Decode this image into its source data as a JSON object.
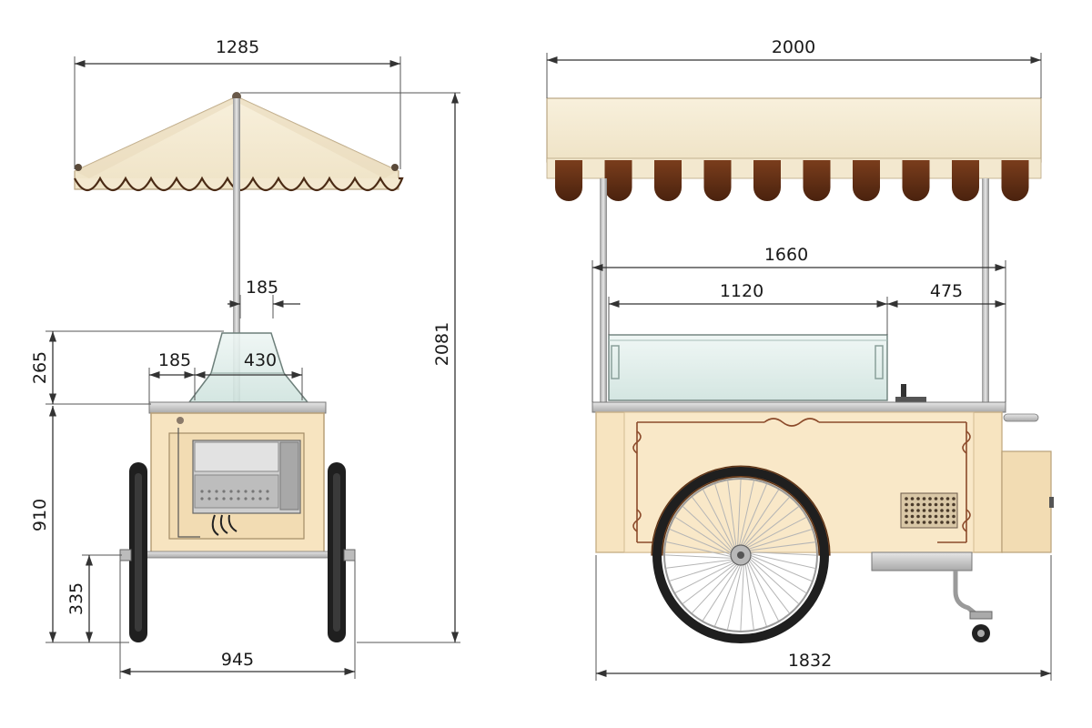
{
  "colors": {
    "canopy": "#f6ecd6",
    "canopy_shadow": "#e4d6b8",
    "scallop": "#6b3418",
    "cabinet": "#f7e4c0",
    "cabinet_edge": "#d8c196",
    "steel": "#c8c8c8",
    "wood_fender": "#9b5a2c",
    "ornament": "#8b4a2a",
    "tire": "#1f1f1f",
    "glass": "#dfeeea",
    "dim_line": "#333333"
  },
  "side_view": {
    "dimensions": {
      "umbrella_width": "1285",
      "total_height": "2081",
      "pole_offset": "185",
      "glass_height": "265",
      "left_offset": "185",
      "glass_depth": "430",
      "cabinet_height": "910",
      "axle_height": "335",
      "wheel_track": "945"
    }
  },
  "front_view": {
    "dimensions": {
      "canopy_width": "2000",
      "counter_width": "1660",
      "display_width": "1120",
      "side_width": "475",
      "body_length": "1832"
    }
  }
}
